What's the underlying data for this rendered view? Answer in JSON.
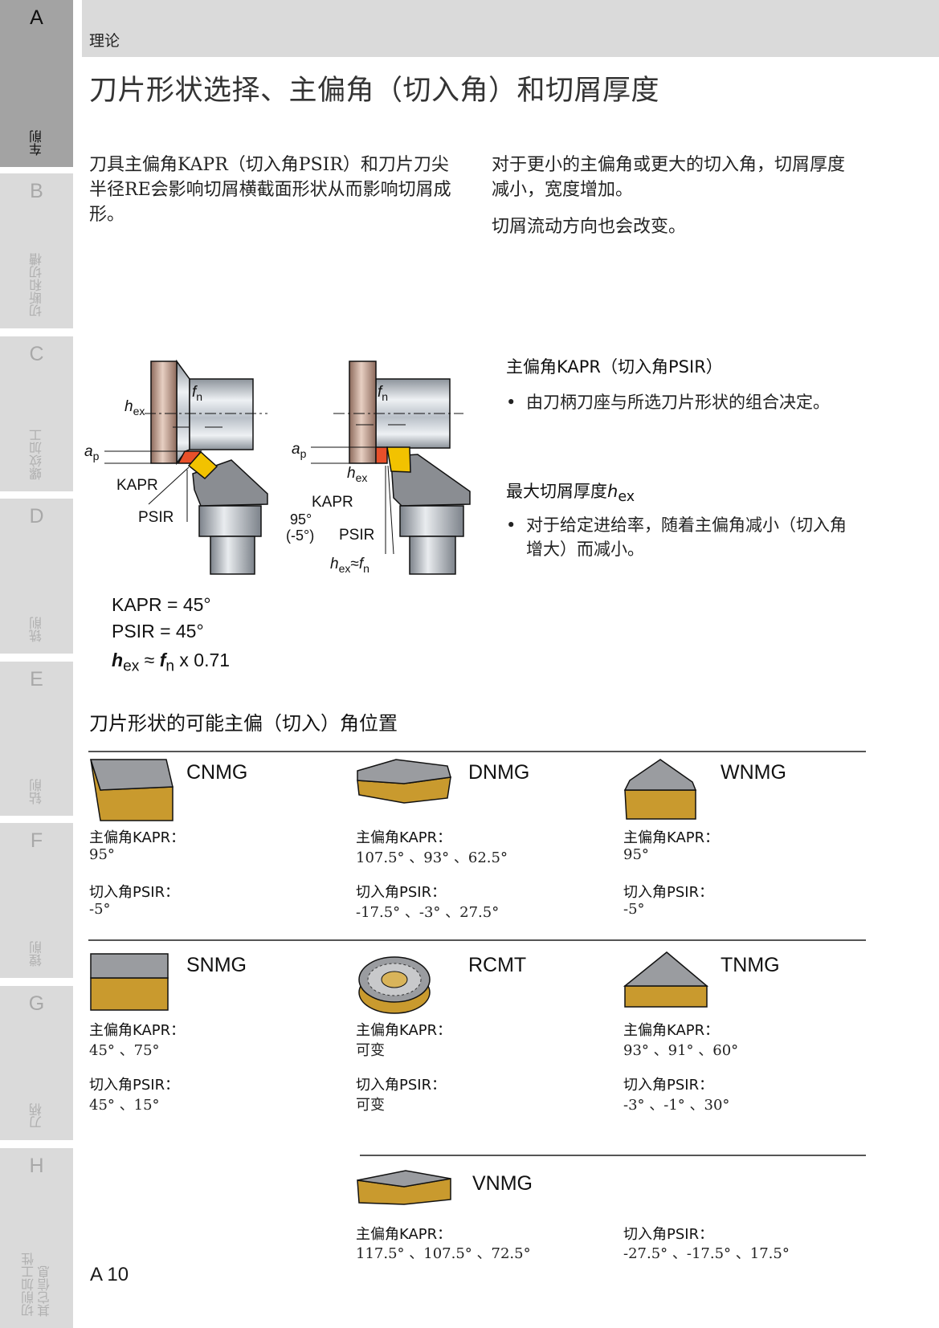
{
  "sidebar": {
    "tabs": [
      {
        "letter": "A",
        "label": "车削",
        "active": true
      },
      {
        "letter": "B",
        "label": "切断和切槽"
      },
      {
        "letter": "C",
        "label": "螺纹加工"
      },
      {
        "letter": "D",
        "label": "铣削"
      },
      {
        "letter": "E",
        "label": "钻削"
      },
      {
        "letter": "F",
        "label": "镗削"
      },
      {
        "letter": "G",
        "label": "刀柄"
      },
      {
        "letter": "H",
        "label": "切削加工性\n其它信息"
      }
    ]
  },
  "header": {
    "section": "理论"
  },
  "page_title": "刀片形状选择、主偏角（切入角）和切屑厚度",
  "intro": {
    "left": "刀具主偏角KAPR（切入角PSIR）和刀片刀尖半径RE会影响切屑横截面形状从而影响切屑成形。",
    "right_1": "对于更小的主偏角或更大的切入角，切屑厚度减小，宽度增加。",
    "right_2": "切屑流动方向也会改变。"
  },
  "diagram": {
    "labels": {
      "hex": "h",
      "ex": "ex",
      "fn": "f",
      "n": "n",
      "ap": "a",
      "p": "p",
      "kapr": "KAPR",
      "psir": "PSIR",
      "angle": "95°",
      "angle_neg": "(-5°)",
      "approx": "≈"
    },
    "colors": {
      "workpiece_flange": "#b48a78",
      "insert": "#f2c200",
      "chip": "#e8502a",
      "holder": "#8a8d92"
    }
  },
  "formula": {
    "kapr": "KAPR = 45°",
    "psir": "PSIR = 45°",
    "hex_h": "h",
    "hex_sub": "ex",
    "approx": " ≈ ",
    "fn_f": "f",
    "fn_sub": "n",
    "factor": " x 0.71"
  },
  "side_notes": {
    "heading_1": "主偏角KAPR（切入角PSIR）",
    "bullet_1": "由刀柄刀座与所选刀片形状的组合决定。",
    "heading_2_prefix": "最大切屑厚度",
    "heading_2_h": "h",
    "heading_2_sub": "ex",
    "bullet_2": "对于给定进给率，随着主偏角减小（切入角增大）而减小。"
  },
  "section_title": "刀片形状的可能主偏（切入）角位置",
  "label_kapr": "主偏角KAPR：",
  "label_psir": "切入角PSIR：",
  "inserts": [
    {
      "name": "CNMG",
      "kapr": "95°",
      "psir": "-5°",
      "icon": "cnmg-insert-icon"
    },
    {
      "name": "DNMG",
      "kapr": "107.5° 、93° 、62.5°",
      "psir": "-17.5° 、-3° 、27.5°",
      "icon": "dnmg-insert-icon"
    },
    {
      "name": "WNMG",
      "kapr": "95°",
      "psir": "-5°",
      "icon": "wnmg-insert-icon"
    },
    {
      "name": "SNMG",
      "kapr": "45° 、75°",
      "psir": "45° 、15°",
      "icon": "snmg-insert-icon"
    },
    {
      "name": "RCMT",
      "kapr": "可变",
      "psir": "可变",
      "icon": "rcmt-insert-icon"
    },
    {
      "name": "TNMG",
      "kapr": "93° 、91° 、60°",
      "psir": "-3° 、-1° 、30°",
      "icon": "tnmg-insert-icon"
    },
    {
      "name": "VNMG",
      "kapr": "117.5° 、107.5° 、72.5°",
      "psir": "-27.5° 、-17.5° 、17.5°",
      "icon": "vnmg-insert-icon"
    }
  ],
  "colors": {
    "insert_gold": "#c99a2e",
    "insert_face": "#9a9ca0",
    "sidebar_active": "#a3a3a3",
    "sidebar": "#dadada"
  },
  "page_number": "A 10"
}
